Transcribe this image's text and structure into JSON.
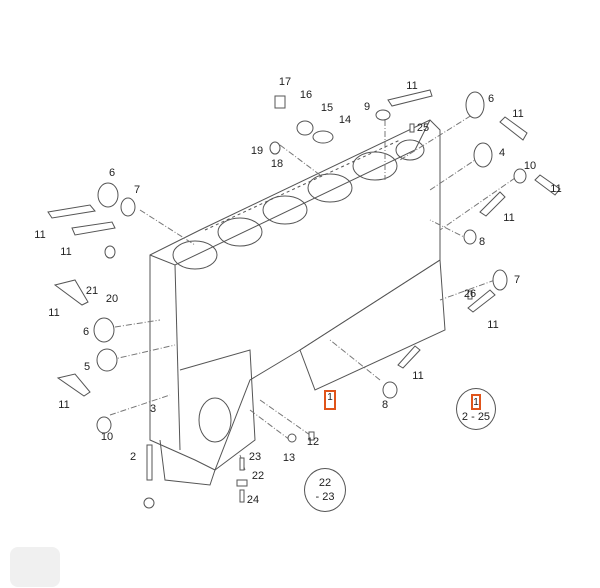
{
  "diagram": {
    "title": "Engine cylinder block exploded view",
    "callouts": [
      "17",
      "16",
      "15",
      "14",
      "9",
      "11",
      "6",
      "11",
      "25",
      "4",
      "19",
      "18",
      "10",
      "11",
      "6",
      "7",
      "11",
      "11",
      "8",
      "11",
      "21",
      "20",
      "7",
      "26",
      "11",
      "6",
      "11",
      "5",
      "11",
      "11",
      "8",
      "3",
      "10",
      "12",
      "2",
      "13",
      "23",
      "22",
      "24"
    ],
    "highlighted_part": "1",
    "group_callouts": [
      {
        "top": "22",
        "bottom": "- 23"
      },
      {
        "top": "1",
        "bottom": "2 - 25"
      }
    ],
    "accent_color": "#e0541a"
  }
}
